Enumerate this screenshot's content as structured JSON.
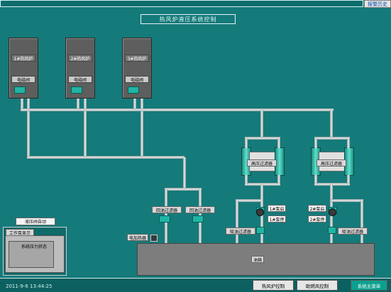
{
  "header": {
    "alarm_history": "报警历史",
    "title": "热风炉液压系统控制"
  },
  "furnaces": [
    {
      "name": "1#热风炉",
      "valve": "电磁阀"
    },
    {
      "name": "2#热风炉",
      "valve": "电磁阀"
    },
    {
      "name": "3#热风炉",
      "valve": "电磁阀"
    }
  ],
  "filters": {
    "high_pressure_1": "高压过滤器",
    "high_pressure_2": "高压过滤器",
    "return_1": "回油过滤器",
    "return_2": "回油过滤器",
    "suction_1": "吸油过滤器",
    "suction_2": "吸油过滤器"
  },
  "pumps": {
    "p1_start": "1#泵启",
    "p1_stop": "1#泵停",
    "p2_start": "2#泵启",
    "p2_stop": "2#泵停"
  },
  "heater": "电加热器",
  "tank": "油箱",
  "left_panel": {
    "auto_button": "液压阀自动",
    "pump_display": "工作泵显示",
    "system_pressure": "系统压力状态"
  },
  "footer": {
    "datetime": "2011-9-6 13:44:25",
    "hot_blast_control": "热风炉控制",
    "combustion_fan_control": "助燃风控制",
    "main_menu": "系统主菜单"
  },
  "colors": {
    "background": "#157a7a",
    "valve": "#1fb5a5",
    "tank": "#7d7d7d"
  }
}
